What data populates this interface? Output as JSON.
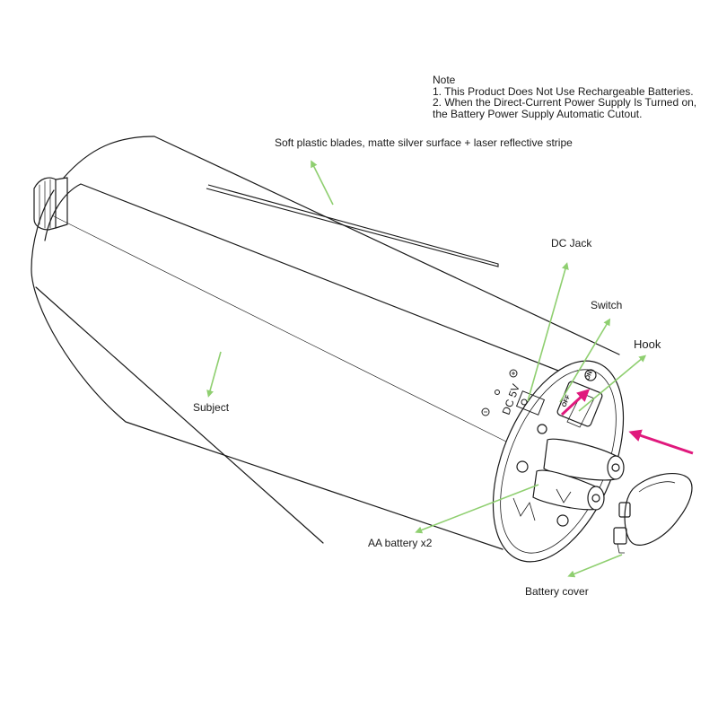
{
  "note": {
    "title": "Note",
    "line1": "1. This Product Does Not Use Rechargeable Batteries.",
    "line2": "2. When the Direct-Current Power Supply Is Turned on,",
    "line3": "the Battery Power Supply Automatic Cutout."
  },
  "labels": {
    "blades": "Soft plastic blades, matte silver surface + laser reflective stripe",
    "dc_jack": "DC Jack",
    "switch": "Switch",
    "hook": "Hook",
    "subject": "Subject",
    "aa_battery": "AA battery x2",
    "battery_cover": "Battery cover"
  },
  "device_text": {
    "dc_rating": "DC 5V",
    "on_mark": "ON",
    "off_mark": "OFF"
  },
  "colors": {
    "callout": "#8fcf70",
    "insert_arrow": "#e0197d",
    "outline": "#1a1a1a"
  }
}
